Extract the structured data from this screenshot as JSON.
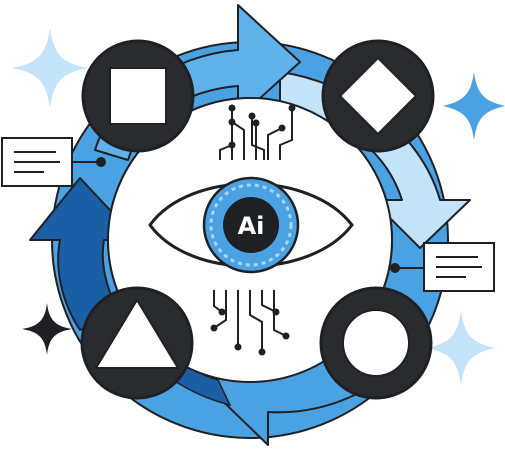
{
  "illustration": {
    "center_label": "Ai",
    "shapes": [
      "square",
      "diamond",
      "circle",
      "triangle"
    ],
    "icons": [
      "eye-icon",
      "circuit-icon",
      "sparkle-icon",
      "note-card-icon",
      "cycle-arrow-icon"
    ]
  },
  "colors": {
    "outline": "#1f2024",
    "dark_circle": "#2a2b2f",
    "blue_light": "#c3e3f9",
    "blue_mid": "#4aa2e3",
    "blue_bright": "#5fb2ea",
    "blue_dark": "#1a5fa6",
    "blue_pale": "#a9d6f6",
    "white": "#ffffff"
  }
}
